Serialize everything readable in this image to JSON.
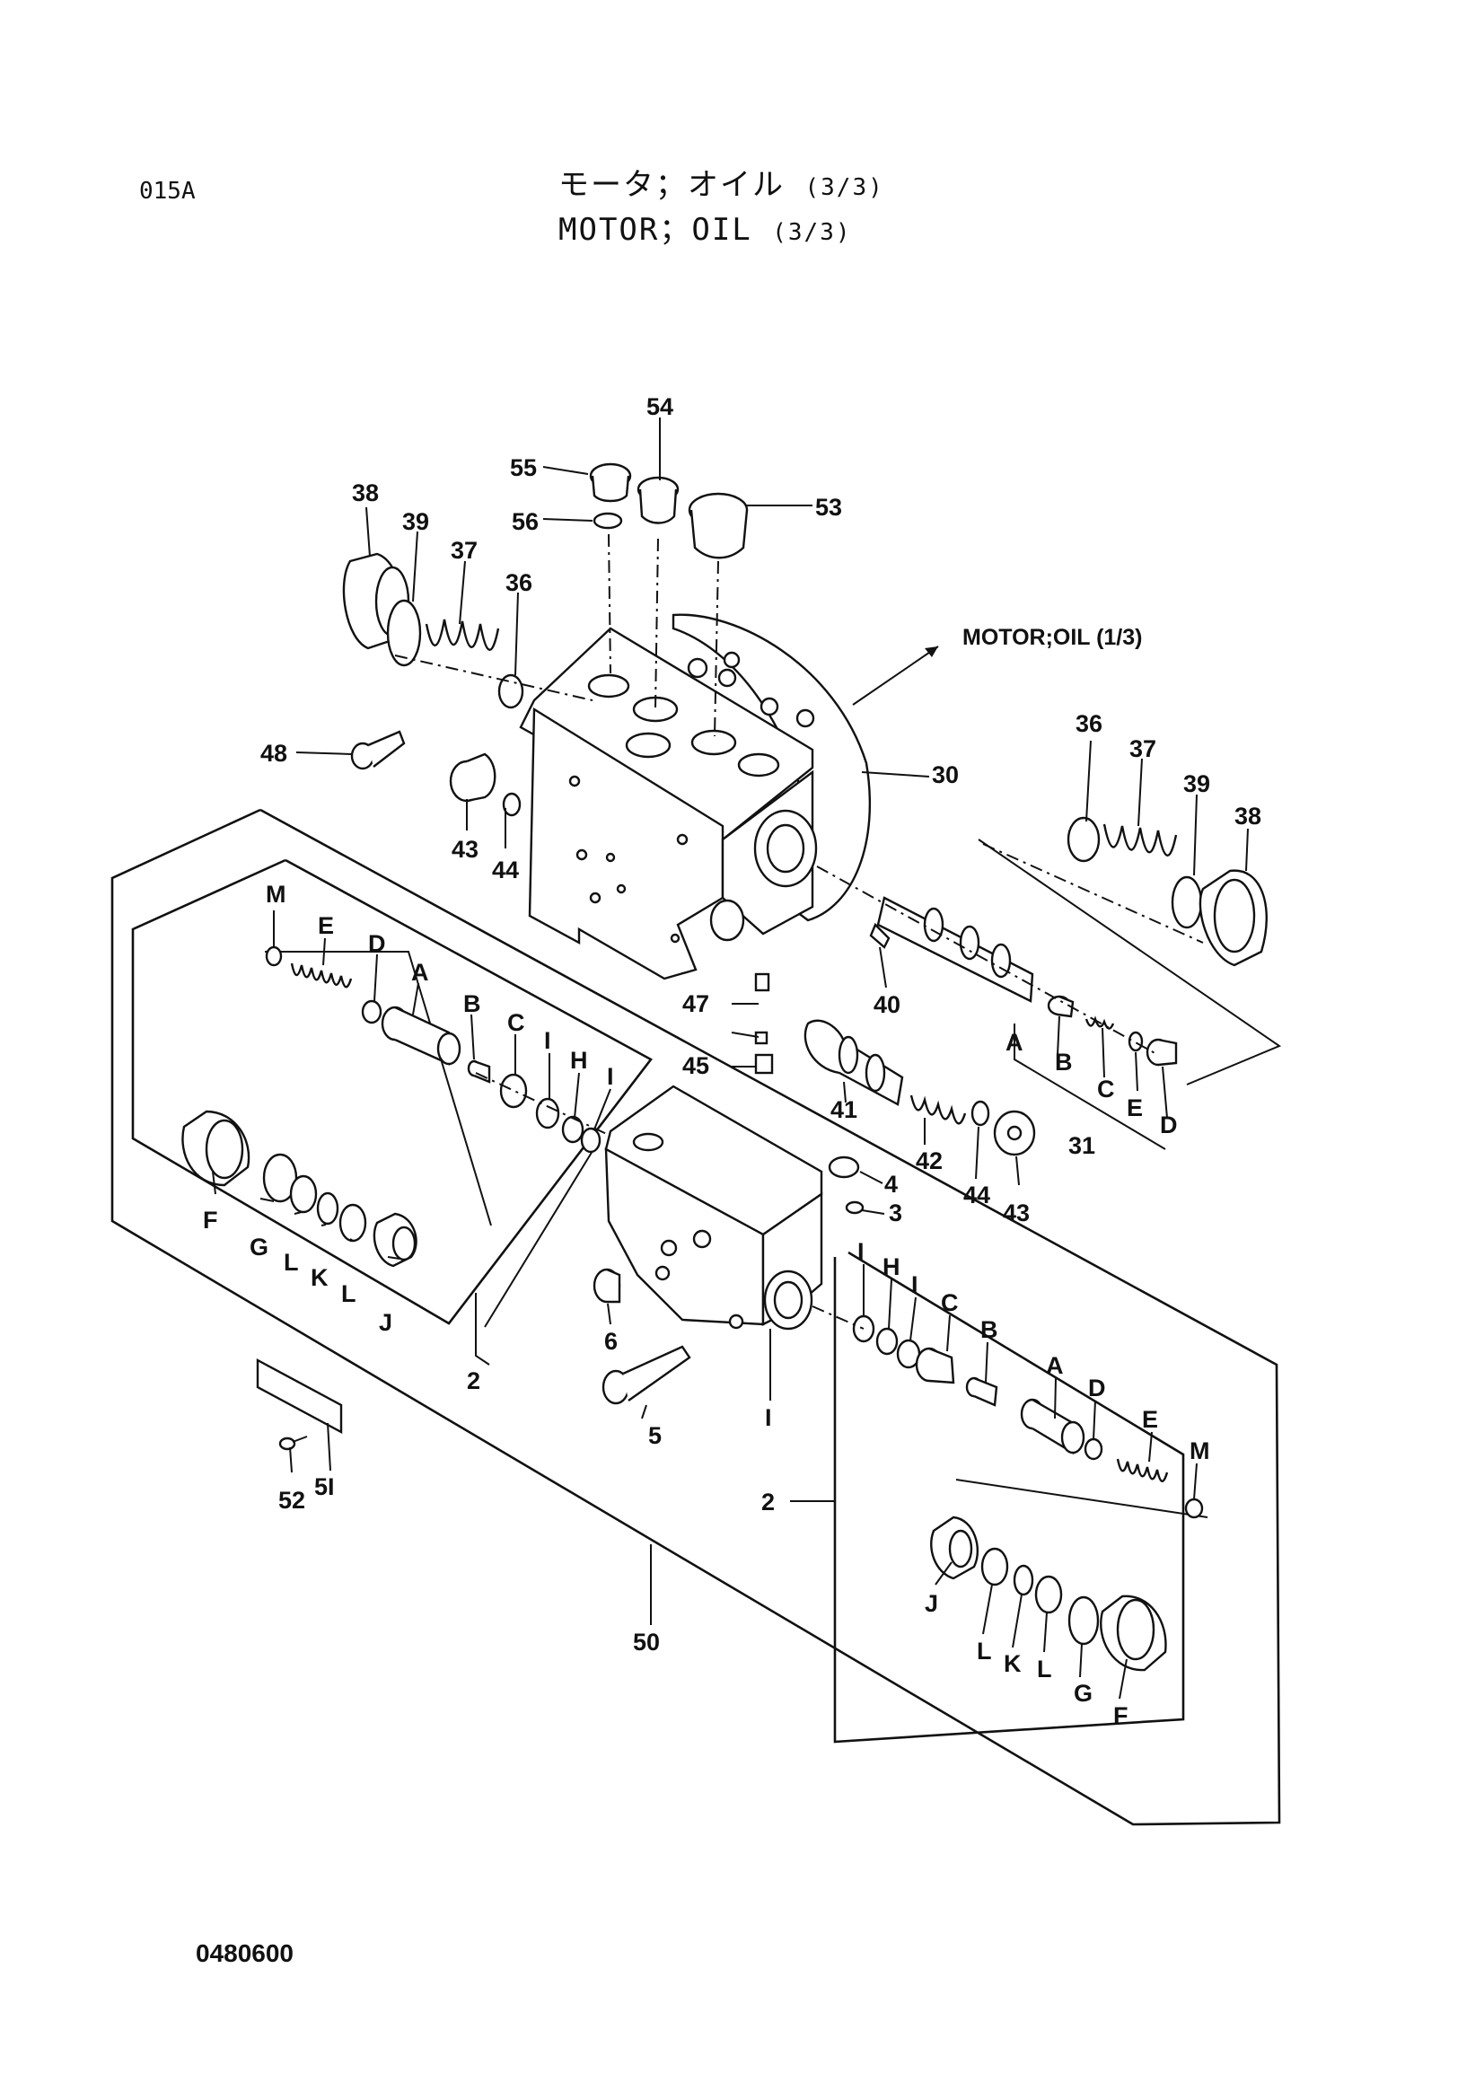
{
  "header": {
    "page_code": "015A",
    "title_jp": "モータ；オイル",
    "title_jp_suffix": "(3/3)",
    "title_en": "MOTOR；OIL",
    "title_en_suffix": "(3/3)"
  },
  "footer": {
    "drawing_number": "0480600"
  },
  "reference": {
    "text": "MOTOR;OIL (1/3)"
  },
  "callouts": {
    "n54": "54",
    "n55": "55",
    "n56": "56",
    "n53": "53",
    "n38a": "38",
    "n39a": "39",
    "n37a": "37",
    "n36a": "36",
    "n48": "48",
    "n43a": "43",
    "n44a": "44",
    "n30": "30",
    "n36b": "36",
    "n37b": "37",
    "n39b": "39",
    "n38b": "38",
    "n47": "47",
    "n45": "45",
    "n40": "40",
    "n41": "41",
    "n42": "42",
    "n44b": "44",
    "n43b": "43",
    "n31": "31",
    "n4": "4",
    "n3": "3",
    "n6": "6",
    "n5": "5",
    "n1": "I",
    "n2a": "2",
    "n2b": "2",
    "n50": "50",
    "n51": "5I",
    "n52": "52",
    "u_A": "A",
    "u_B": "B",
    "u_C": "C",
    "u_E": "E",
    "u_D": "D",
    "l_M": "M",
    "l_E": "E",
    "l_D": "D",
    "l_A": "A",
    "l_B": "B",
    "l_C": "C",
    "l_I1": "I",
    "l_H": "H",
    "l_I2": "I",
    "l_F": "F",
    "l_G": "G",
    "l_L1": "L",
    "l_K": "K",
    "l_L2": "L",
    "l_J": "J",
    "r_I1": "I",
    "r_H": "H",
    "r_I2": "I",
    "r_C": "C",
    "r_B": "B",
    "r_A": "A",
    "r_D": "D",
    "r_E": "E",
    "r_M": "M",
    "r_J": "J",
    "r_L1": "L",
    "r_K": "K",
    "r_L2": "L",
    "r_G": "G",
    "r_F": "F"
  }
}
